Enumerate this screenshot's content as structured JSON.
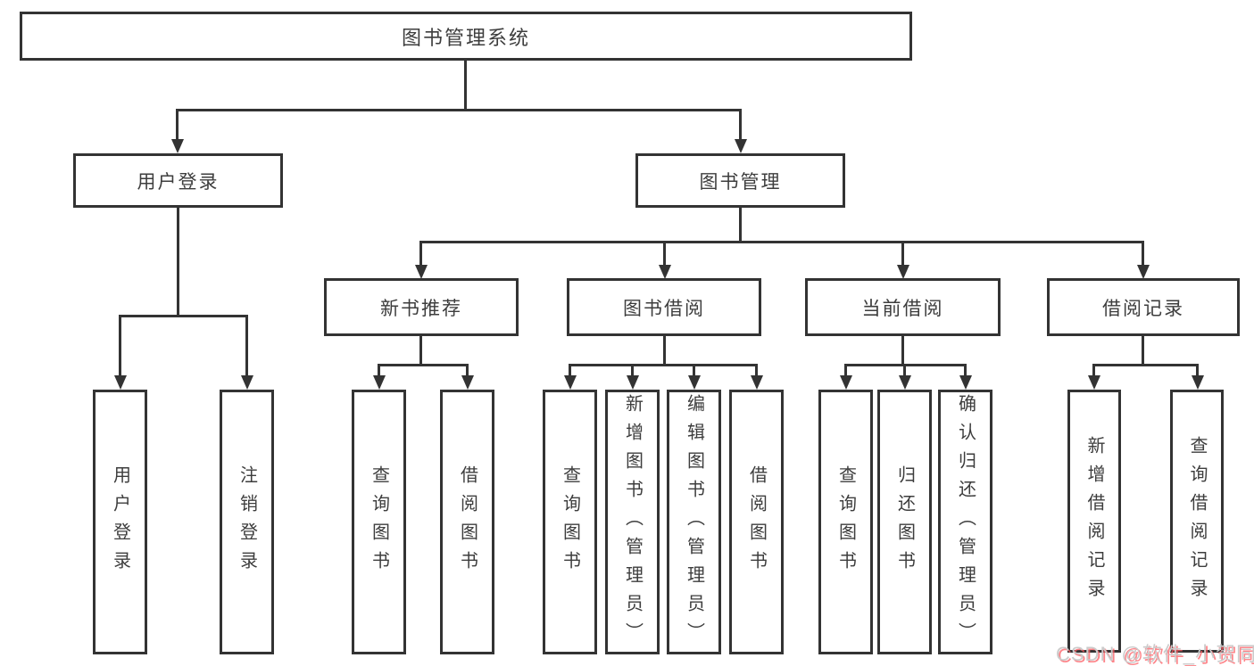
{
  "colors": {
    "line": "#333333",
    "text": "#3d3d3d",
    "background": "#ffffff",
    "watermark_gray": "#cbcbcb",
    "watermark_red": "#fc5b62"
  },
  "watermark": {
    "text": "CSDN @软件_小贺同学"
  },
  "tree": {
    "root": {
      "label": "图书管理系统"
    },
    "level2": [
      {
        "label": "用户登录"
      },
      {
        "label": "图书管理"
      }
    ],
    "user_login_children": [
      {
        "label": "用户登录"
      },
      {
        "label": "注销登录"
      }
    ],
    "book_mgmt_children": [
      {
        "label": "新书推荐"
      },
      {
        "label": "图书借阅"
      },
      {
        "label": "当前借阅"
      },
      {
        "label": "借阅记录"
      }
    ],
    "new_book_children": [
      {
        "label": "查询图书"
      },
      {
        "label": "借阅图书"
      }
    ],
    "borrow_children": [
      {
        "label": "查询图书"
      },
      {
        "label": "新增图书（管理员）"
      },
      {
        "label": "编辑图书（管理员）"
      },
      {
        "label": "借阅图书"
      }
    ],
    "current_children": [
      {
        "label": "查询图书"
      },
      {
        "label": "归还图书"
      },
      {
        "label": "确认归还（管理员）"
      }
    ],
    "record_children": [
      {
        "label": "新增借阅记录"
      },
      {
        "label": "查询借阅记录"
      }
    ]
  }
}
